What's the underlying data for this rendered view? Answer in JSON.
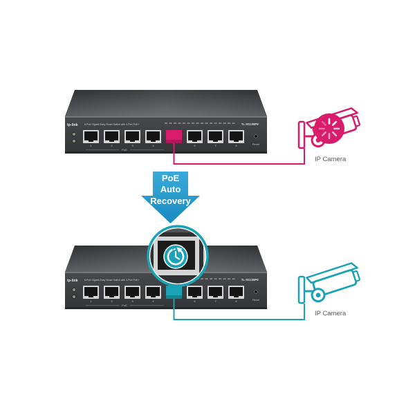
{
  "colors": {
    "fault": "#d81b6a",
    "recovered": "#1aa3b5",
    "arrow_top": "#3aaadb",
    "arrow_bottom": "#1a8bbf",
    "switch_body": "#3a3b3d"
  },
  "before": {
    "switch": {
      "brand": "tp-link",
      "description": "8-Port Gigabit Easy Smart Switch with 4-Port PoE+",
      "model": "TL-SG108PE",
      "ports": [
        "1",
        "2",
        "3",
        "4",
        "",
        "6",
        "7",
        "8"
      ],
      "poe_label": "PoE",
      "reset_label": "Reset",
      "active_port": 5
    },
    "camera": {
      "label": "IP Camera",
      "status_icon": "loading-spinner-icon"
    }
  },
  "arrow": {
    "lines": [
      "PoE",
      "Auto",
      "Recovery"
    ]
  },
  "after": {
    "switch": {
      "brand": "tp-link",
      "description": "8-Port Gigabit Easy Smart Switch with 4-Port PoE+",
      "model": "TL-SG108PE",
      "ports": [
        "1",
        "2",
        "3",
        "4",
        "",
        "6",
        "7",
        "8"
      ],
      "poe_label": "PoE",
      "reset_label": "Reset",
      "active_port": 5
    },
    "camera": {
      "label": "IP Camera",
      "status_icon": "none"
    },
    "zoom_icon": "refresh-icon"
  }
}
